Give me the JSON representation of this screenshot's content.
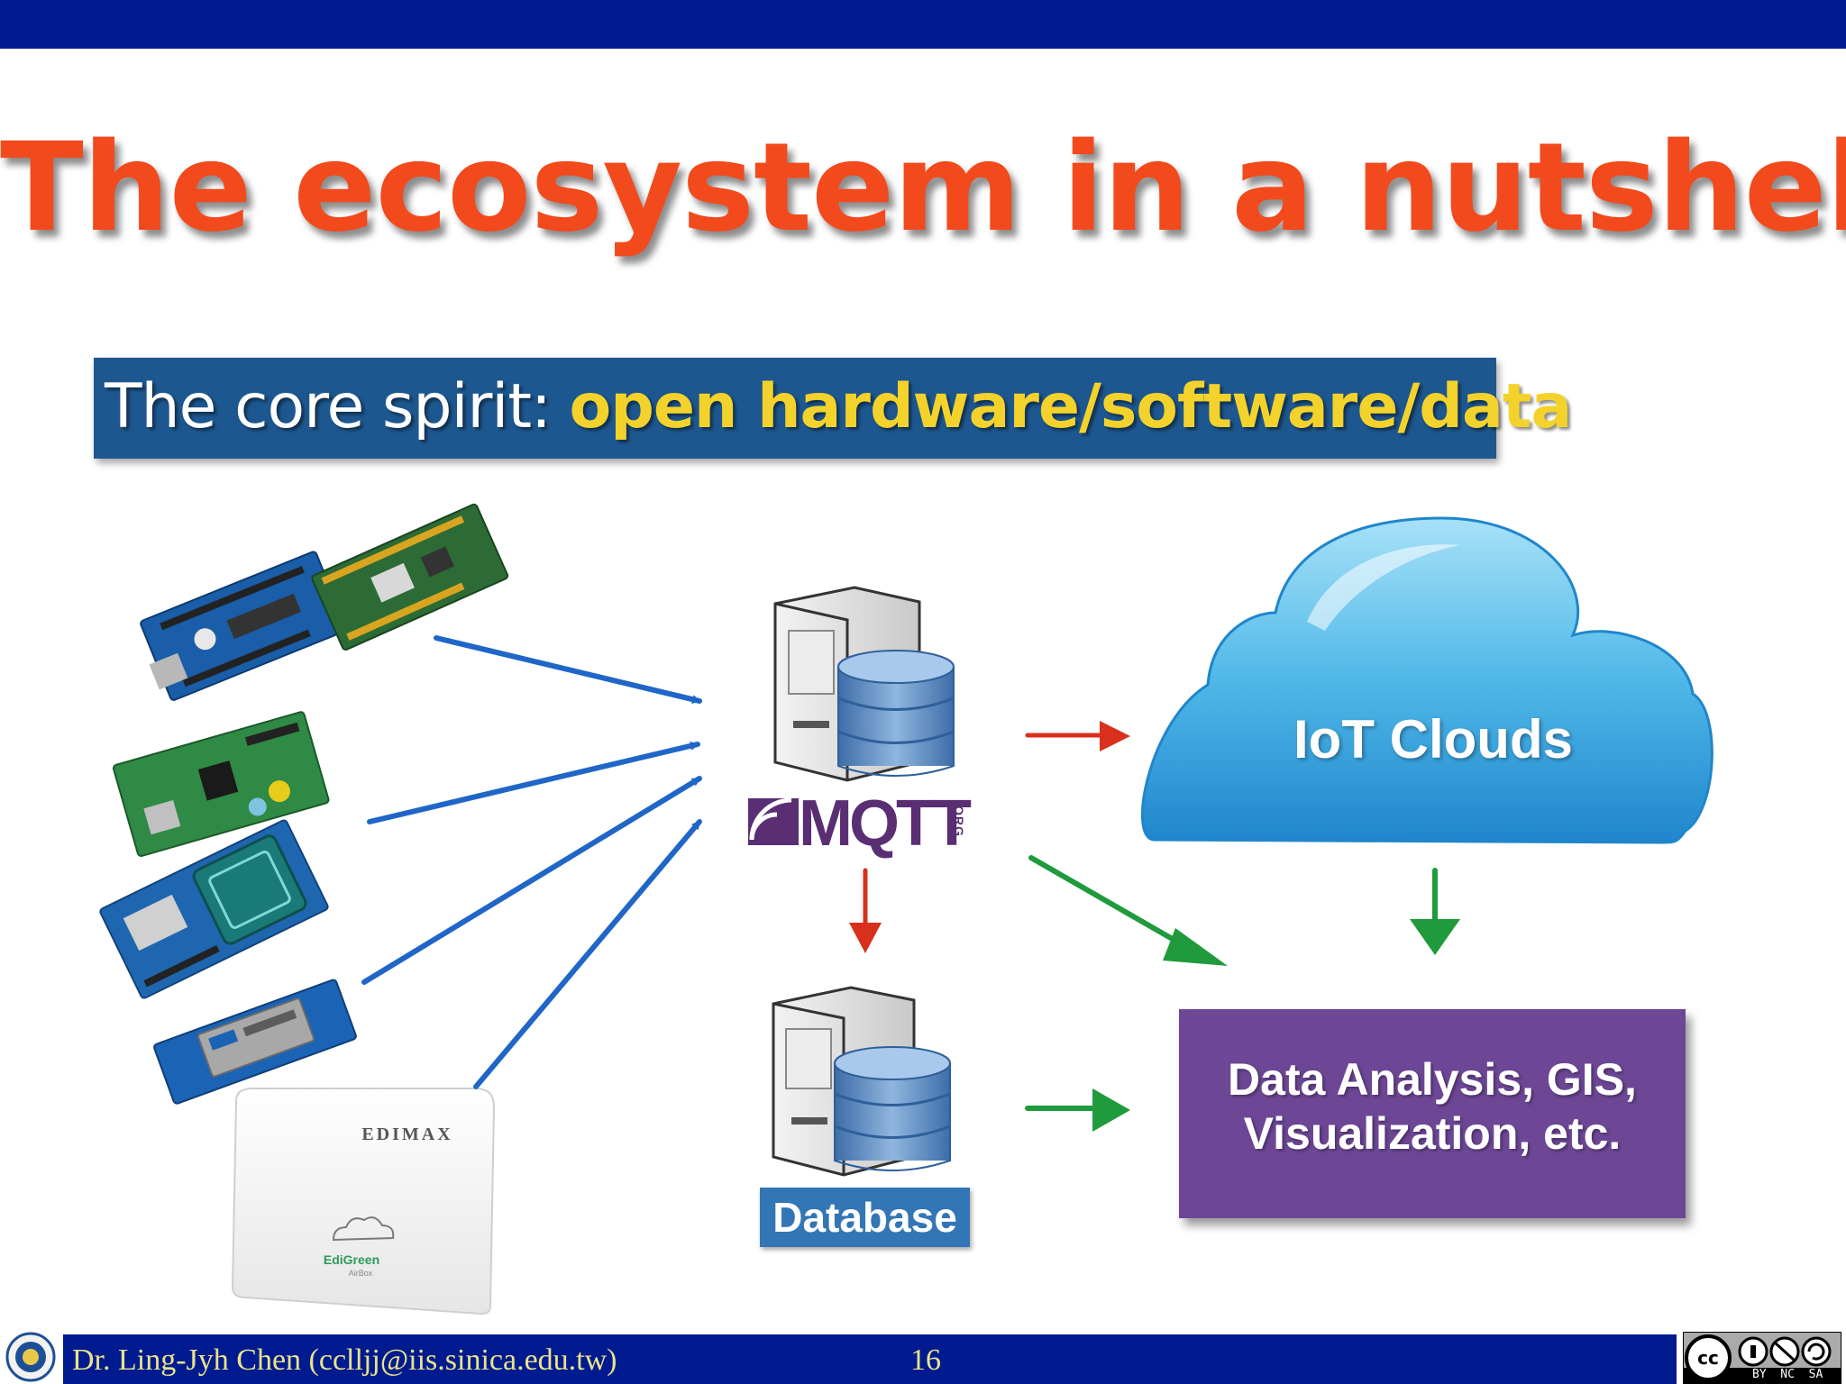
{
  "slide": {
    "title": "The ecosystem in a nutshell",
    "banner": {
      "lead": "The core spirit: ",
      "highlight": "open hardware/software/data"
    }
  },
  "diagram": {
    "broker": {
      "logo_text": "MQTT",
      "logo_suffix": "ORG"
    },
    "cloud": {
      "label": "IoT Clouds"
    },
    "database": {
      "label": "Database"
    },
    "analysis": {
      "line1": "Data Analysis, GIS,",
      "line2": "Visualization, etc."
    },
    "devices": {
      "airbox_brand": "EDIMAX",
      "airbox_sub": "EdiGreen",
      "airbox_sub2": "AirBox",
      "icons": [
        "arduino-board-icon",
        "expansion-board-icon",
        "raspberry-pi-board-icon",
        "rfid-board-icon",
        "intel-edison-board-icon",
        "airbox-device-icon"
      ]
    },
    "arrow_colors": {
      "device_to_broker": "#1f66c8",
      "broker_out": "#d8301c",
      "to_analysis": "#1f9a3c"
    }
  },
  "footer": {
    "author": "Dr. Ling-Jyh Chen (cclljj@iis.sinica.edu.tw)",
    "page_number": "16",
    "license_text": "BY  NC  SA"
  },
  "colors": {
    "title": "#f24a1c",
    "bar": "#001a8f",
    "banner": "#1d578f",
    "highlight": "#f3d22c",
    "analysis_box": "#6d4796"
  }
}
